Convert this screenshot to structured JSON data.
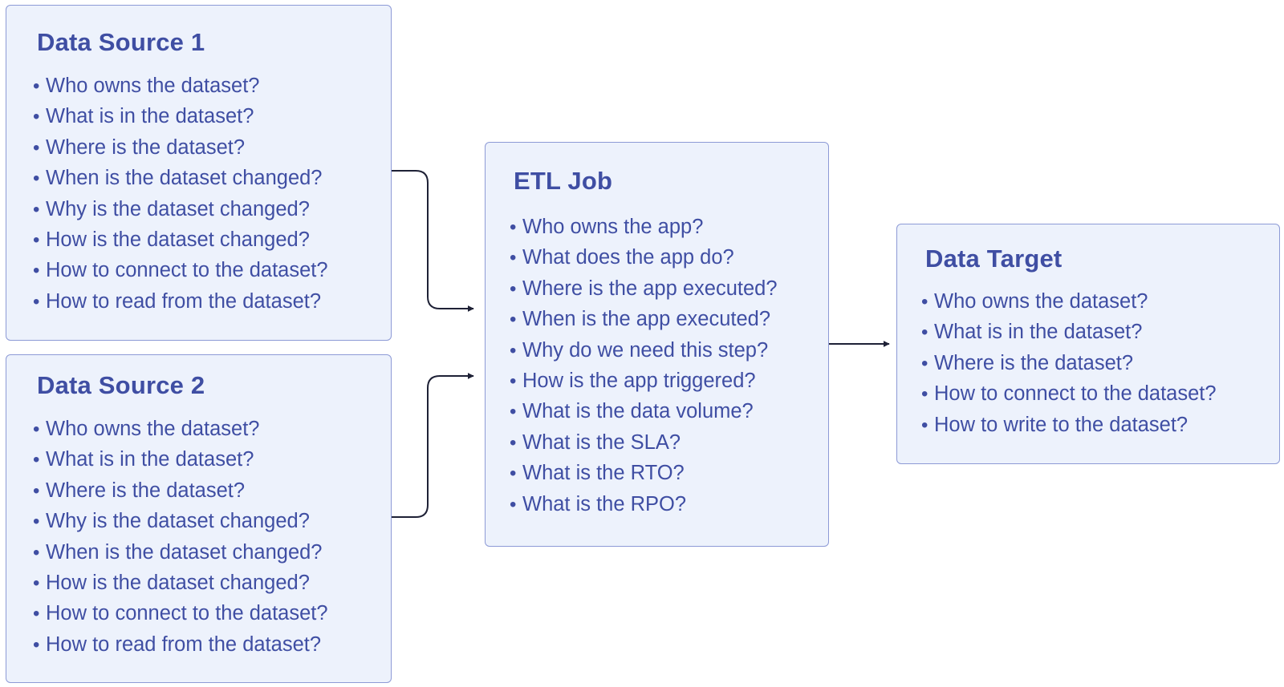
{
  "colors": {
    "box_fill": "#edf2fc",
    "box_border": "#8d9ad6",
    "text": "#3f4ea3",
    "arrow": "#1e2136"
  },
  "bullet": "•",
  "boxes": {
    "source1": {
      "title": "Data Source 1",
      "items": [
        "Who owns the dataset?",
        "What is in the dataset?",
        "Where is the dataset?",
        "When is the dataset changed?",
        "Why is the dataset changed?",
        "How is the dataset changed?",
        "How to connect to the dataset?",
        "How to read from the dataset?"
      ]
    },
    "source2": {
      "title": "Data Source 2",
      "items": [
        "Who owns the dataset?",
        "What is in the dataset?",
        "Where is the dataset?",
        "Why is the dataset changed?",
        "When is the dataset changed?",
        "How is the dataset changed?",
        "How to connect to the dataset?",
        "How to read from the dataset?"
      ]
    },
    "etl": {
      "title": "ETL Job",
      "items": [
        "Who owns the app?",
        "What does the app do?",
        "Where is the app executed?",
        "When is the app executed?",
        "Why do we need this step?",
        "How is the app triggered?",
        "What is the data volume?",
        "What is the SLA?",
        "What is the RTO?",
        "What is the RPO?"
      ]
    },
    "target": {
      "title": "Data Target",
      "items": [
        "Who owns the dataset?",
        "What is in the dataset?",
        "Where is the dataset?",
        "How to connect to the dataset?",
        "How to write to the dataset?"
      ]
    }
  }
}
